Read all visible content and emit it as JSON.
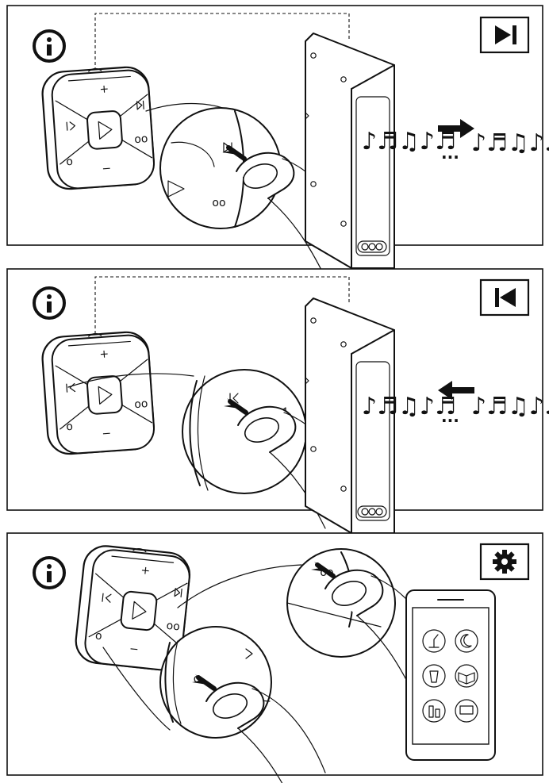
{
  "panels": [
    {
      "id": "next-track",
      "mode_icon": "skip-next-icon",
      "info_icon": "info-icon",
      "remote_labels": {
        "plus": "+",
        "minus": "−",
        "ring": "o",
        "dual": "oo"
      },
      "music_glyphs": "♪♬♫♪♬",
      "ellipsis": "...",
      "arrow_direction": "right"
    },
    {
      "id": "previous-track",
      "mode_icon": "skip-previous-icon",
      "info_icon": "info-icon",
      "remote_labels": {
        "plus": "+",
        "minus": "−",
        "ring": "o",
        "dual": "oo"
      },
      "music_glyphs": "♪♬♫♪♬",
      "ellipsis": "...",
      "arrow_direction": "left"
    },
    {
      "id": "settings-app",
      "mode_icon": "gear-icon",
      "info_icon": "info-icon",
      "remote_labels": {
        "plus": "+",
        "minus": "−",
        "ring": "o",
        "dual": "oo"
      },
      "phone_app_icons": [
        "lamp-icon",
        "moon-icon",
        "glass-icon",
        "book-icon",
        "bottles-icon",
        "screen-icon"
      ]
    }
  ]
}
